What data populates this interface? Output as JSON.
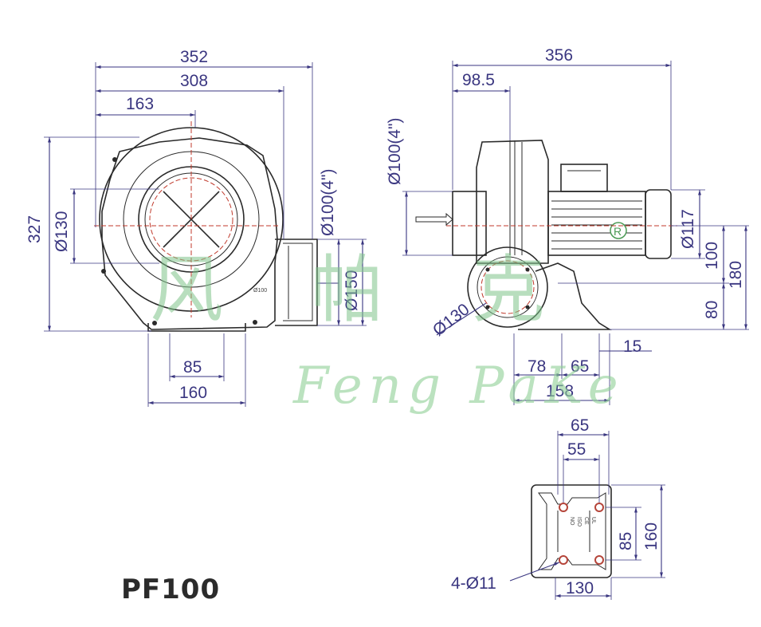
{
  "model": "PF100",
  "watermark": {
    "chinese": "风帕克",
    "english": "Feng PaKe"
  },
  "front_view": {
    "width_overall": "352",
    "width_308": "308",
    "width_163": "163",
    "height_overall": "327",
    "inlet_diameter": "Ø130",
    "outlet_diameter": "Ø100(4\")",
    "outlet_flange": "Ø150",
    "base_85": "85",
    "base_160": "160",
    "small_label": "Ø100"
  },
  "side_view": {
    "length_overall": "356",
    "inlet_offset": "98.5",
    "inlet_diameter": "Ø100(4\")",
    "motor_diameter": "Ø117",
    "outlet_diameter": "Ø130",
    "height_100": "100",
    "height_180": "180",
    "height_80": "80",
    "base_78": "78",
    "base_65": "65",
    "base_15": "15",
    "base_158": "158"
  },
  "base_view": {
    "top_65": "65",
    "top_55": "55",
    "side_85": "85",
    "side_160": "160",
    "bottom_130": "130",
    "holes": "4-Ø11",
    "plate_text": [
      "NO",
      "ISO",
      "CE",
      "UL"
    ]
  }
}
